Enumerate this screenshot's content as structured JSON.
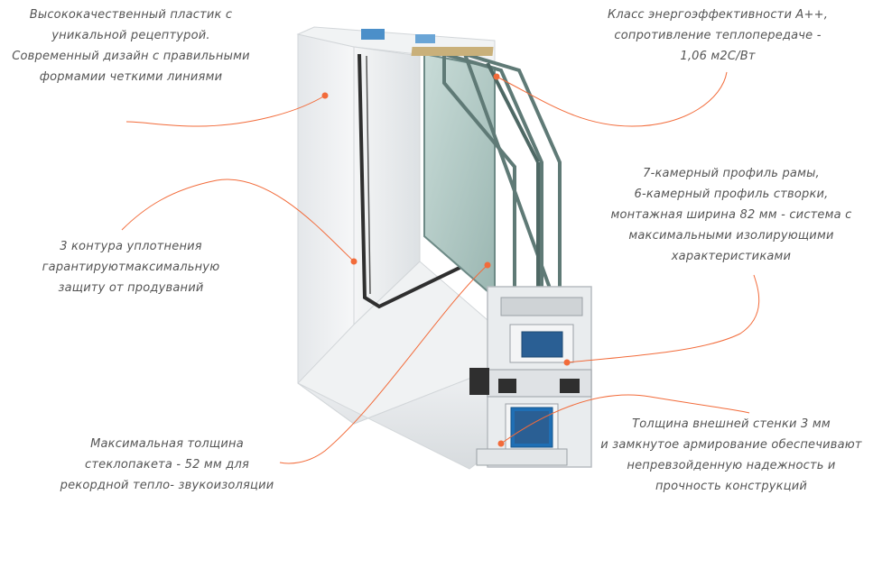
{
  "callouts": {
    "plastic": {
      "lines": [
        "Высококачественный пластик с",
        "уникальной рецептурой.",
        "Современный дизайн с правильными",
        "формамии четкими линиями"
      ]
    },
    "energy": {
      "lines": [
        "Класс энергоэффективности А++,",
        "сопротивление теплопередаче -",
        "1,06 м2С/Вт"
      ]
    },
    "profile": {
      "lines": [
        "7-камерный профиль рамы,",
        "6-камерный профиль створки,",
        "монтажная ширина 82 мм - система с",
        "максимальными изолирующими",
        "характеристиками"
      ]
    },
    "seal": {
      "lines": [
        "3 контура уплотнения",
        "гарантируютмаксимальную",
        "защиту от продуваний"
      ]
    },
    "glass": {
      "lines": [
        "Максимальная толщина",
        "стеклопакета - 52 мм для",
        "рекордной тепло- звукоизоляции"
      ]
    },
    "wall": {
      "lines": [
        "Толщина внешней стенки 3 мм",
        "и замкнутое армирование обеспечивают",
        "непревзойденную надежность и",
        "прочность конструкций"
      ]
    }
  },
  "colors": {
    "accent": "#f26b3a",
    "text": "#555555",
    "frame": "#eef0f2",
    "glass": "#a9c3bf",
    "seal": "#2f2f2f",
    "reinforcement": "#1f6fb5"
  }
}
